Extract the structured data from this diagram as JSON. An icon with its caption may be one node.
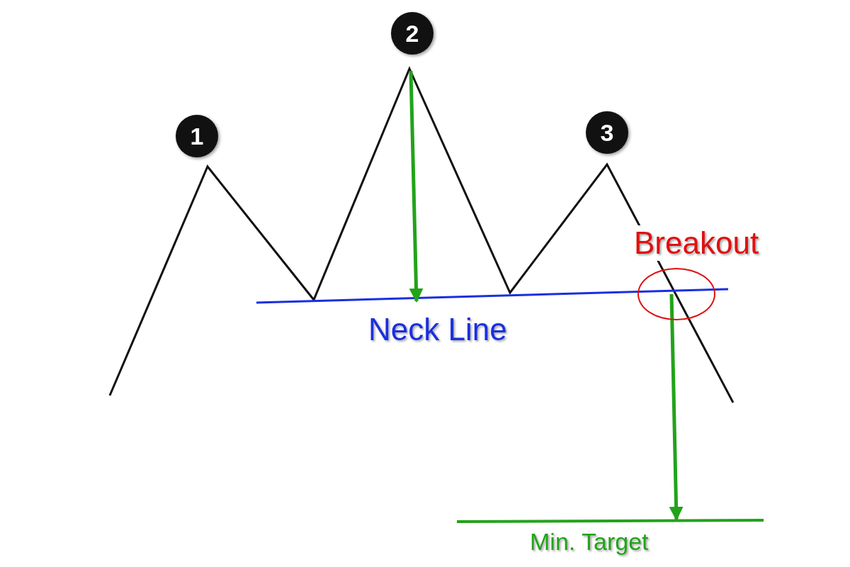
{
  "diagram": {
    "nodes": [
      {
        "text": [
          "1"
        ]
      },
      {
        "text": [
          "2"
        ]
      },
      {
        "text": [
          "3"
        ]
      },
      {
        "text": [],
        "shape": "circle"
      }
    ],
    "labels": [
      "Breakout",
      "Neck Line",
      "Min. Target"
    ]
  }
}
